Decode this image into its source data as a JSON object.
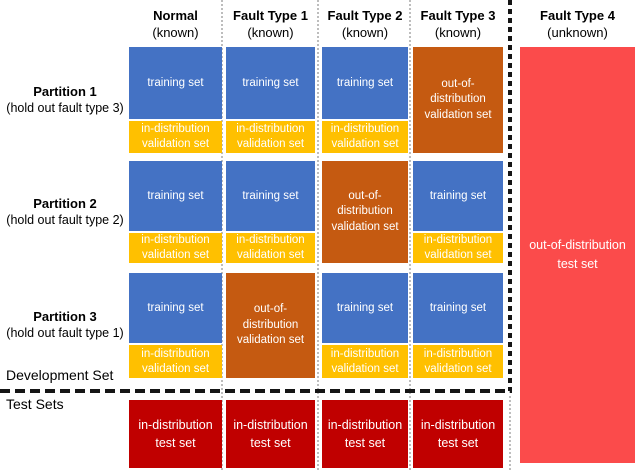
{
  "columns": [
    {
      "label": "Normal",
      "sub": "(known)"
    },
    {
      "label": "Fault Type 1",
      "sub": "(known)"
    },
    {
      "label": "Fault Type 2",
      "sub": "(known)"
    },
    {
      "label": "Fault Type 3",
      "sub": "(known)"
    },
    {
      "label": "Fault Type 4",
      "sub": "(unknown)"
    }
  ],
  "partitions": [
    {
      "label": "Partition 1",
      "sub": "(hold out fault type 3)",
      "held_out": "Fault Type 3",
      "cells": [
        "training+validation",
        "training+validation",
        "training+validation",
        "out-of-distribution validation"
      ]
    },
    {
      "label": "Partition 2",
      "sub": "(hold out fault type 2)",
      "held_out": "Fault Type 2",
      "cells": [
        "training+validation",
        "training+validation",
        "out-of-distribution validation",
        "training+validation"
      ]
    },
    {
      "label": "Partition 3",
      "sub": "(hold out fault type 1)",
      "held_out": "Fault Type 1",
      "cells": [
        "training+validation",
        "out-of-distribution validation",
        "training+validation",
        "training+validation"
      ]
    }
  ],
  "cells": {
    "training": "training set",
    "id_validation": "in-distribution\nvalidation set",
    "ood_validation": "out-of-\ndistribution\nvalidation set",
    "id_test": "in-distribution\ntest set",
    "ood_test": "out-of-distribution\ntest set"
  },
  "sections": {
    "development": "Development Set",
    "tests": "Test Sets"
  },
  "colors": {
    "training-blue": "#4472C4",
    "validation-yellow": "#FFC000",
    "ood-validation-orange": "#C55A11",
    "id-test-red": "#C00000",
    "ood-test-salmon": "#FB4B4B"
  }
}
